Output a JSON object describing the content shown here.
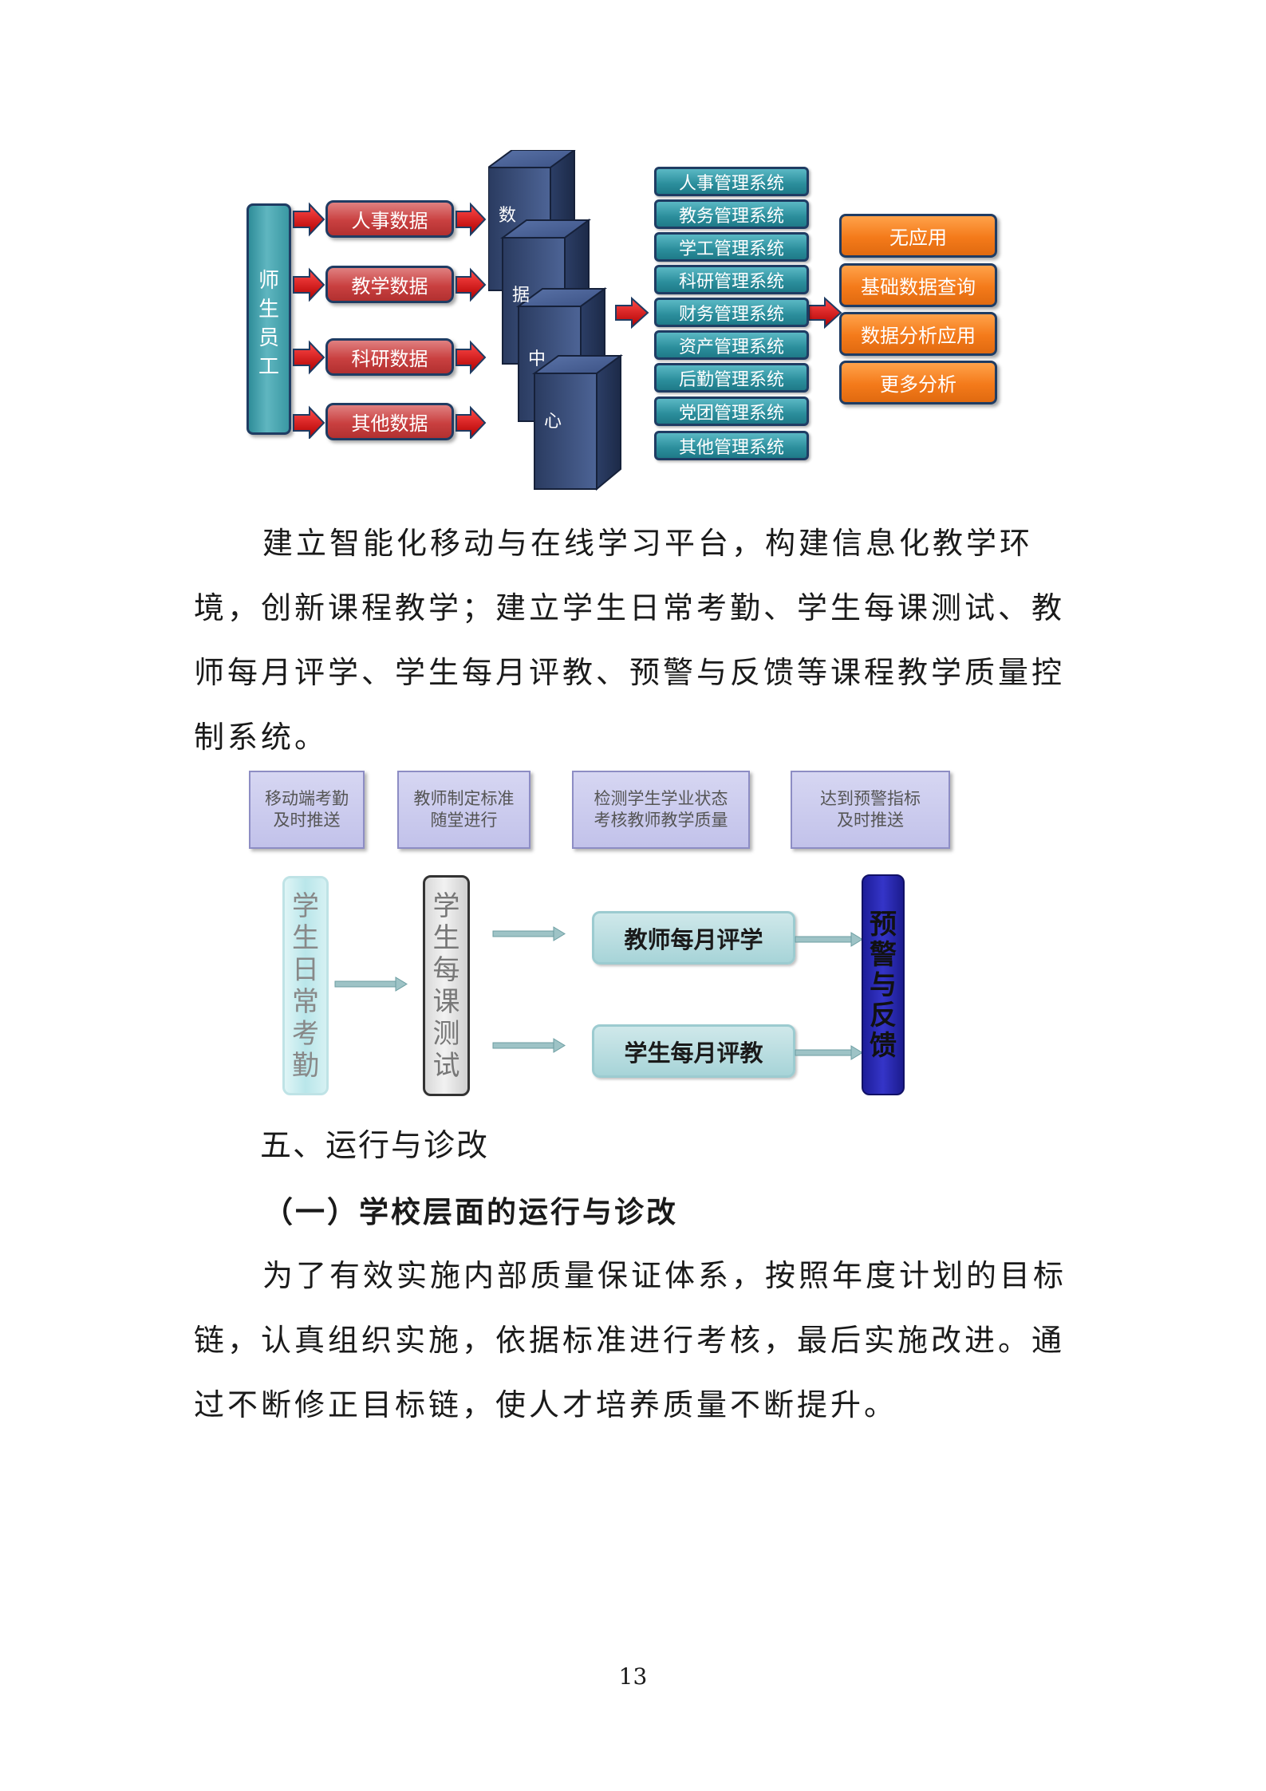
{
  "diagram1": {
    "source_label": [
      "师",
      "生",
      "员",
      "工"
    ],
    "data_items": [
      "人事数据",
      "教学数据",
      "科研数据",
      "其他数据"
    ],
    "datacenter_chars": [
      "数",
      "据",
      "中",
      "心"
    ],
    "systems": [
      "人事管理系统",
      "教务管理系统",
      "学工管理系统",
      "科研管理系统",
      "财务管理系统",
      "资产管理系统",
      "后勤管理系统",
      "党团管理系统",
      "其他管理系统"
    ],
    "applications": [
      "无应用",
      "基础数据查询",
      "数据分析应用",
      "更多分析"
    ],
    "colors": {
      "source": "#3a98a3",
      "data": "#c94040",
      "datacenter": "#3a4f7d",
      "systems": "#2b8e9c",
      "applications": "#f47a1a",
      "arrow": "#cc1111"
    }
  },
  "paragraph1": {
    "lines": [
      "建立智能化移动与在线学习平台，构建信息化教学环",
      "境，创新课程教学；建立学生日常考勤、学生每课测试、教",
      "师每月评学、学生每月评教、预警与反馈等课程教学质量控",
      "制系统。"
    ]
  },
  "diagram2": {
    "notes": [
      [
        "移动端考勤",
        "及时推送"
      ],
      [
        "教师制定标准",
        "随堂进行"
      ],
      [
        "检测学生学业状态",
        "考核教师教学质量"
      ],
      [
        "达到预警指标",
        "及时推送"
      ]
    ],
    "attendance_chars": [
      "学",
      "生",
      "日",
      "常",
      "考",
      "勤"
    ],
    "test_chars": [
      "学",
      "生",
      "每",
      "课",
      "测",
      "试"
    ],
    "teacher_eval": "教师每月评学",
    "student_eval": "学生每月评教",
    "warning_chars": [
      "预",
      "警",
      "与",
      "反",
      "馈"
    ]
  },
  "section_heading": "五、运行与诊改",
  "subsection_heading": "（一）学校层面的运行与诊改",
  "paragraph2": {
    "lines": [
      "为了有效实施内部质量保证体系，按照年度计划的目标",
      "链，认真组织实施，依据标准进行考核，最后实施改进。通",
      "过不断修正目标链，使人才培养质量不断提升。"
    ]
  },
  "page_number": "13"
}
